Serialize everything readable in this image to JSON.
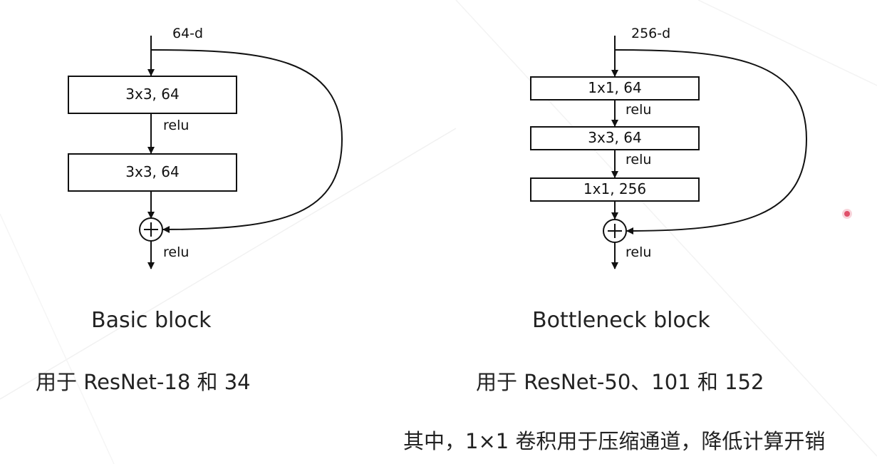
{
  "basic": {
    "input_dim": "64-d",
    "layers": [
      "3x3, 64",
      "3x3, 64"
    ],
    "relu": "relu",
    "sum_symbol": "+",
    "title": "Basic block",
    "usage": "用于 ResNet-18 和 34"
  },
  "bottleneck": {
    "input_dim": "256-d",
    "layers": [
      "1x1, 64",
      "3x3, 64",
      "1x1, 256"
    ],
    "relu": "relu",
    "sum_symbol": "+",
    "title": "Bottleneck block",
    "usage": "用于 ResNet-50、101 和 152",
    "note": "其中，1×1 卷积用于压缩通道，降低计算开销"
  },
  "colors": {
    "stroke": "#111111",
    "background": "#ffffff",
    "marker": "#e0506a"
  }
}
